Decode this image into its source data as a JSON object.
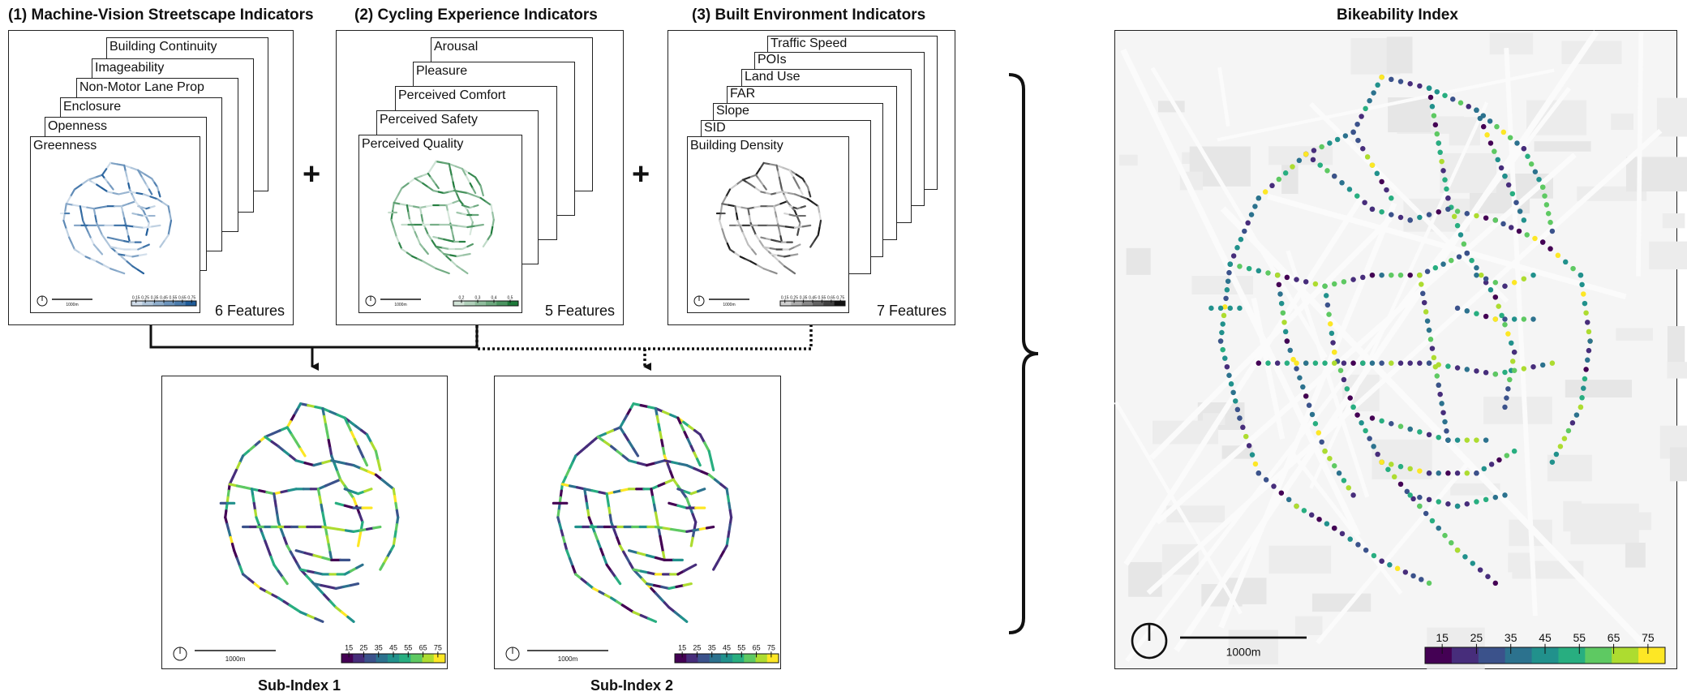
{
  "group1": {
    "title": "(1) Machine-Vision Streetscape Indicators",
    "layers": [
      "Building Continuity",
      "Imageability",
      "Non-Motor Lane Prop",
      "Enclosure",
      "Openness",
      "Greenness"
    ],
    "features": "6 Features",
    "color": "#1f5c99",
    "legend_ticks": [
      "0.15",
      "0.25",
      "0.35",
      "0.45",
      "0.55",
      "0.65",
      "0.75"
    ]
  },
  "group2": {
    "title": "(2) Cycling Experience Indicators",
    "layers": [
      "Arousal",
      "Pleasure",
      "Perceived Comfort",
      "Perceived Safety",
      "Perceived Quality"
    ],
    "features": "5 Features",
    "color": "#1e7a3a",
    "legend_ticks": [
      "0.2",
      "0.3",
      "0.4",
      "0.5"
    ]
  },
  "group3": {
    "title": "(3) Built Environment Indicators",
    "layers": [
      "Traffic Speed",
      "POIs",
      "Land Use",
      "FAR",
      "Slope",
      "SID",
      "Building Density"
    ],
    "features": "7 Features",
    "color": "#111111",
    "legend_ticks": [
      "0.15",
      "0.25",
      "0.35",
      "0.45",
      "0.55",
      "0.65",
      "0.75"
    ]
  },
  "plus": "+",
  "sub1": {
    "title": "Sub-Index 1",
    "scale": "1000m"
  },
  "sub2": {
    "title": "Sub-Index 2",
    "scale": "1000m"
  },
  "main": {
    "title": "Bikeability Index",
    "scale": "1000m"
  },
  "legend_ticks": [
    "15",
    "25",
    "35",
    "45",
    "55",
    "65",
    "75"
  ],
  "viridis": [
    "#440154",
    "#472d7b",
    "#3b528b",
    "#2c728e",
    "#21918c",
    "#28ae80",
    "#5ec962",
    "#addc30",
    "#fde725"
  ]
}
